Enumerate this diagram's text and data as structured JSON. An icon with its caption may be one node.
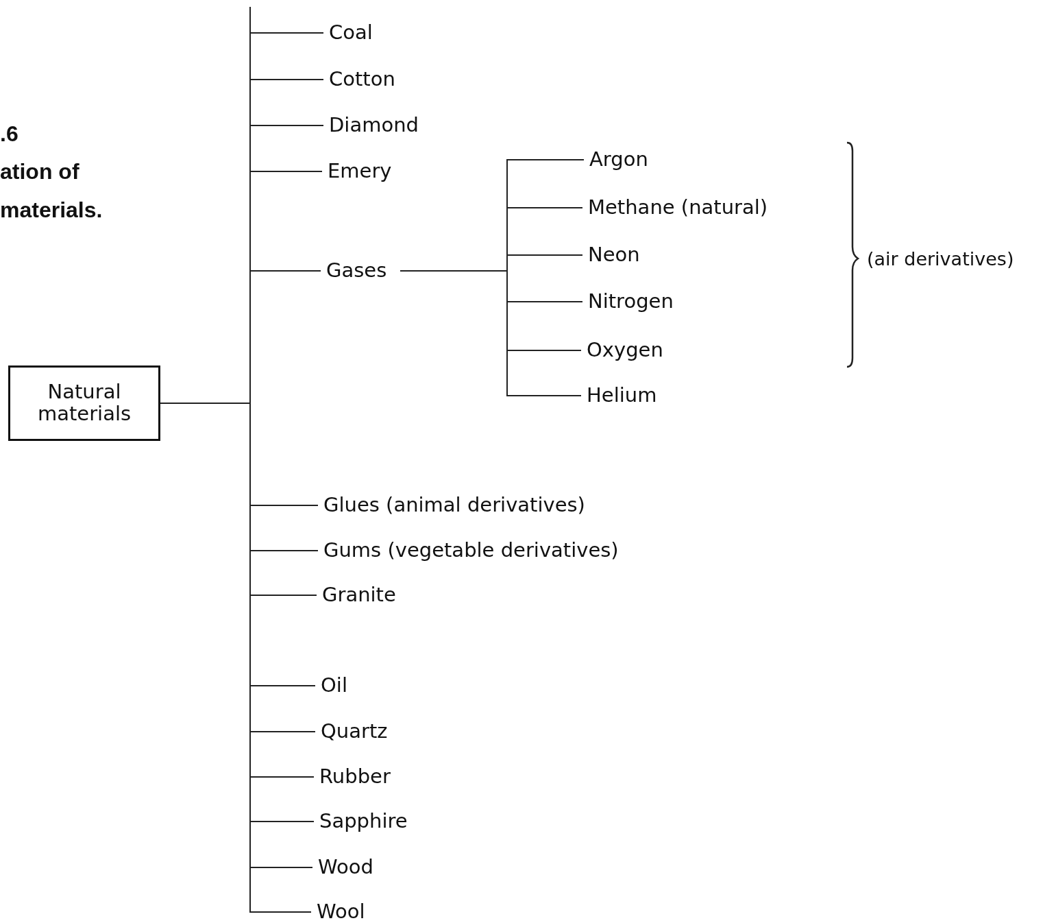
{
  "diagram": {
    "nodes": [
      {
        "text": [
          "Natural materials"
        ]
      },
      {
        "text": [
          "Coal"
        ]
      },
      {
        "text": [
          "Cotton"
        ]
      },
      {
        "text": [
          "Diamond"
        ]
      },
      {
        "text": [
          "Emery"
        ]
      },
      {
        "text": [
          "Gases"
        ]
      },
      {
        "text": [
          "Argon"
        ]
      },
      {
        "text": [
          "Methane (natural)"
        ]
      },
      {
        "text": [
          "Neon"
        ]
      },
      {
        "text": [
          "Nitrogen"
        ]
      },
      {
        "text": [
          "Oxygen"
        ]
      },
      {
        "text": [
          "Helium"
        ]
      },
      {
        "text": [
          "Glues (animal derivatives)"
        ]
      },
      {
        "text": [
          "Gums (vegetable derivatives)"
        ]
      },
      {
        "text": [
          "Granite"
        ]
      },
      {
        "text": [
          "Oil"
        ]
      },
      {
        "text": [
          "Quartz"
        ]
      },
      {
        "text": [
          "Rubber"
        ]
      },
      {
        "text": [
          "Sapphire"
        ]
      },
      {
        "text": [
          "Wood"
        ]
      },
      {
        "text": [
          "Wool"
        ]
      }
    ],
    "edges": [
      {
        "from": 0,
        "to": 1,
        "arrow": "none"
      },
      {
        "from": 0,
        "to": 2,
        "arrow": "none"
      },
      {
        "from": 0,
        "to": 3,
        "arrow": "none"
      },
      {
        "from": 0,
        "to": 4,
        "arrow": "none"
      },
      {
        "from": 0,
        "to": 5,
        "arrow": "none"
      },
      {
        "from": 5,
        "to": 6,
        "arrow": "none"
      },
      {
        "from": 5,
        "to": 7,
        "arrow": "none"
      },
      {
        "from": 5,
        "to": 8,
        "arrow": "none"
      },
      {
        "from": 5,
        "to": 9,
        "arrow": "none"
      },
      {
        "from": 5,
        "to": 10,
        "arrow": "none"
      },
      {
        "from": 5,
        "to": 11,
        "arrow": "none"
      },
      {
        "from": 0,
        "to": 12,
        "arrow": "none"
      },
      {
        "from": 0,
        "to": 13,
        "arrow": "none"
      },
      {
        "from": 0,
        "to": 14,
        "arrow": "none"
      },
      {
        "from": 0,
        "to": 15,
        "arrow": "none"
      },
      {
        "from": 0,
        "to": 16,
        "arrow": "none"
      },
      {
        "from": 0,
        "to": 17,
        "arrow": "none"
      },
      {
        "from": 0,
        "to": 18,
        "arrow": "none"
      },
      {
        "from": 0,
        "to": 19,
        "arrow": "none"
      },
      {
        "from": 0,
        "to": 20,
        "arrow": "none"
      }
    ],
    "labels": [
      ".6",
      "ation of materials.",
      "(air derivatives)"
    ]
  }
}
